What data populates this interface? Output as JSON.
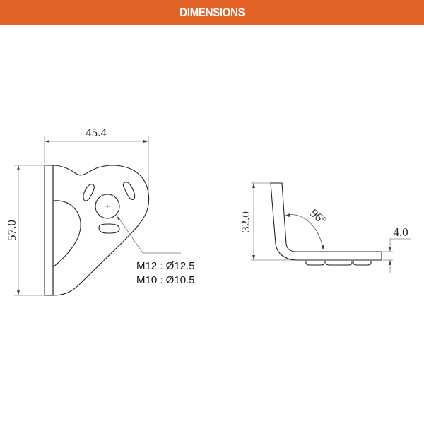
{
  "header": {
    "title": "DIMENSIONS",
    "background_color": "#e36327",
    "text_color": "#ffffff"
  },
  "front_view": {
    "width_dimension": "45.4",
    "height_dimension": "57.0",
    "hole_callout": {
      "line1": "M12 : Ø12.5",
      "line2": "M10 : Ø10.5"
    }
  },
  "side_view": {
    "height_dimension": "32.0",
    "angle_dimension": "96°",
    "thickness_dimension": "4.0"
  }
}
